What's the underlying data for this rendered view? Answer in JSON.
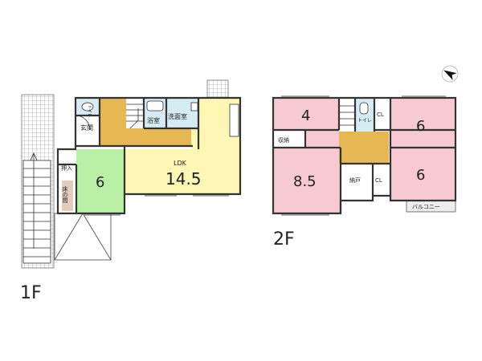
{
  "floors": {
    "first": {
      "label": "1F",
      "rooms": {
        "entrance": "玄関",
        "toilet": "トイレ",
        "bath": "浴室",
        "washroom": "洗面室",
        "ldk_label": "LDK",
        "ldk_size": "14.5",
        "washitsu_size": "6",
        "oshiire": "押入",
        "tokonoma": "床の間"
      }
    },
    "second": {
      "label": "2F",
      "rooms": {
        "room_nw_size": "4",
        "room_ne_size": "6",
        "room_sw_size": "8.5",
        "room_se_size": "6",
        "storage": "収納",
        "toilet": "トイレ",
        "closet_1": "CL",
        "closet_2": "CL",
        "nando": "納戸",
        "balcony": "バルコニー"
      }
    }
  },
  "colors": {
    "washitsu": "#b9f0a6",
    "ldk": "#fdf6b4",
    "wet_area": "#d6ecf4",
    "hall": "#e7b753",
    "bedroom": "#f7c9d2",
    "exterior_grid": "#8a8a8a",
    "wall": "#333333"
  },
  "icons": {
    "compass": "north-arrow-icon"
  }
}
